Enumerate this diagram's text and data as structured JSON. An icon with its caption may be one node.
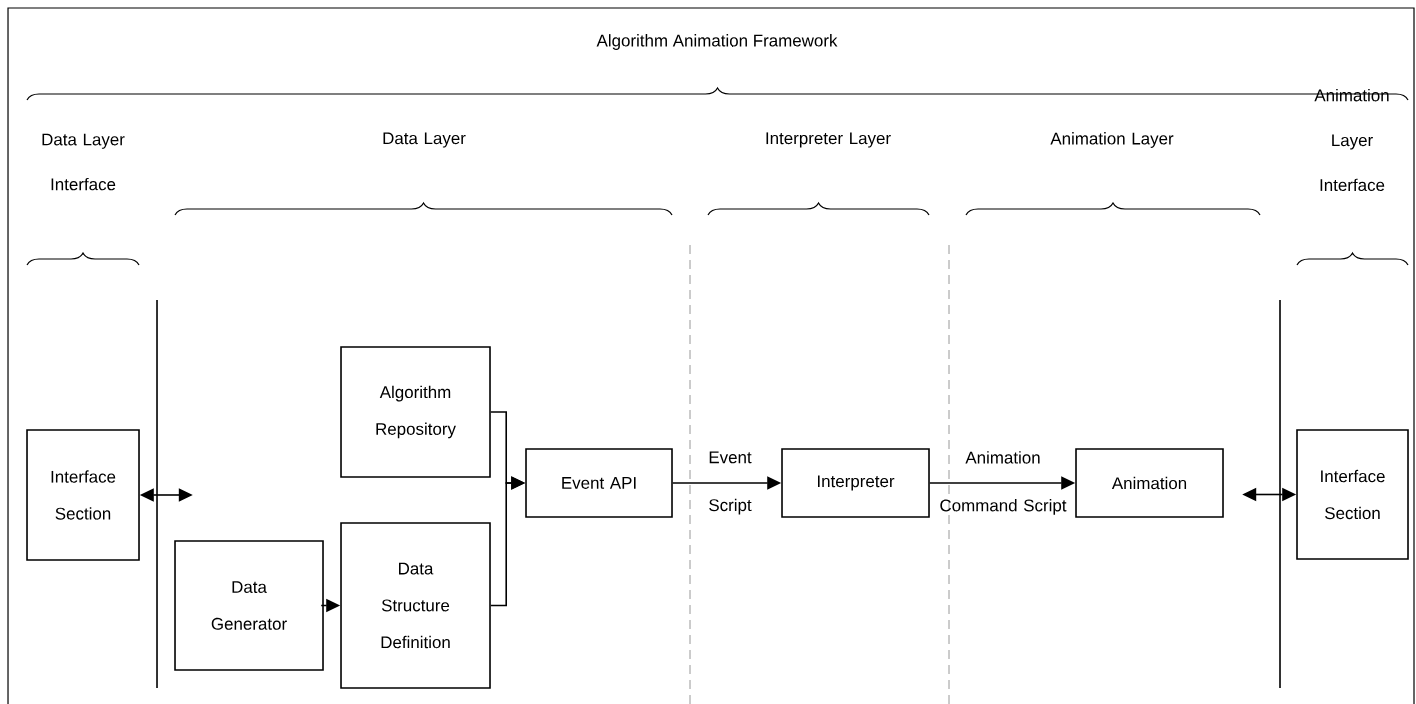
{
  "diagram": {
    "title": "Algorithm Animation Framework",
    "nodes": [
      {
        "text": [
          "Interface Section"
        ]
      },
      {
        "text": [
          "Algorithm Repository"
        ]
      },
      {
        "text": [
          "Data Generator"
        ]
      },
      {
        "text": [
          "Data Structure Definition"
        ]
      },
      {
        "text": [
          "Event API"
        ]
      },
      {
        "text": [
          "Interpreter"
        ]
      },
      {
        "text": [
          "Animation"
        ]
      },
      {
        "text": [
          "Interface Section"
        ]
      }
    ],
    "edges": [
      {
        "from": 0,
        "to": null,
        "arrow": "both"
      },
      {
        "from": 2,
        "to": 3,
        "arrow": "to"
      },
      {
        "from": 1,
        "to": 4,
        "arrow": "to"
      },
      {
        "from": 3,
        "to": 4,
        "arrow": "to"
      },
      {
        "from": 4,
        "to": 5,
        "arrow": "to",
        "label": "Event Script"
      },
      {
        "from": 5,
        "to": 6,
        "arrow": "to",
        "label": "Animation Command Script"
      },
      {
        "from": null,
        "to": 7,
        "arrow": "both"
      }
    ],
    "labels": [
      "Data Layer Interface",
      "Data Layer",
      "Interpreter Layer",
      "Animation Layer",
      "Animation Layer Interface"
    ]
  }
}
